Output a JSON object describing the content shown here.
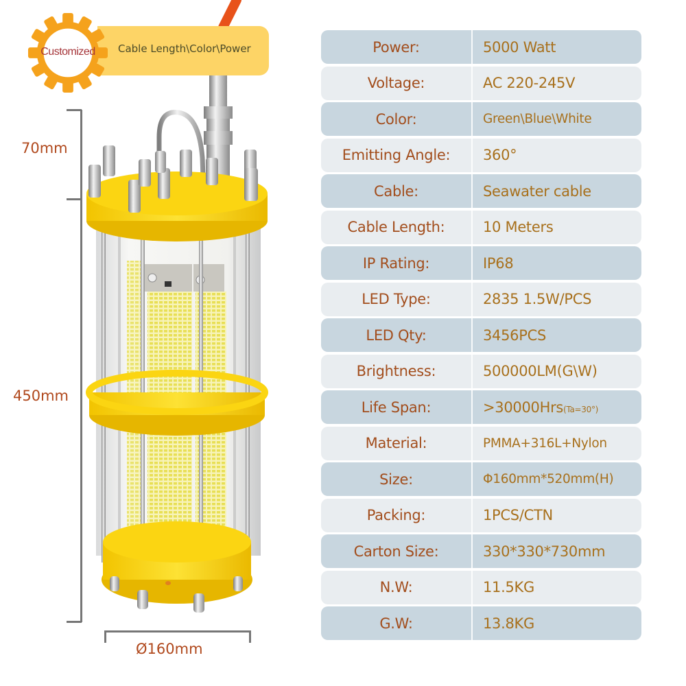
{
  "badge": {
    "gear_label": "Customized",
    "text": "Cable Length\\Color\\Power",
    "gear_color": "#f5a21c",
    "pill_color": "#fdd466"
  },
  "dimensions": {
    "top_height": "70mm",
    "body_height": "450mm",
    "diameter": "Ø160mm",
    "line_color": "#767676",
    "label_color": "#b0481c"
  },
  "product_image": {
    "description": "Yellow-capped cylindrical underwater LED fishing light with transparent tube, stainless steel rods and handle, orange seawater cable",
    "icon": "lamp-illustration"
  },
  "specs": {
    "label_color": "#a24d1c",
    "value_color": "#a8701c",
    "rows": [
      {
        "label": "Power:",
        "value": "5000 Watt",
        "shade": "dark"
      },
      {
        "label": "Voltage:",
        "value": "AC 220-245V",
        "shade": "light"
      },
      {
        "label": "Color:",
        "value": "Green\\Blue\\White",
        "shade": "dark"
      },
      {
        "label": "Emitting Angle:",
        "value": "360°",
        "shade": "light"
      },
      {
        "label": "Cable:",
        "value": "Seawater cable",
        "shade": "dark"
      },
      {
        "label": "Cable Length:",
        "value": "10 Meters",
        "shade": "light"
      },
      {
        "label": "IP Rating:",
        "value": "IP68",
        "shade": "dark"
      },
      {
        "label": "LED Type:",
        "value": "2835 1.5W/PCS",
        "shade": "light"
      },
      {
        "label": "LED Qty:",
        "value": "3456PCS",
        "shade": "dark"
      },
      {
        "label": "Brightness:",
        "value": "500000LM(G\\W)",
        "shade": "light"
      },
      {
        "label": "Life Span:",
        "value": ">30000Hrs",
        "value_suffix": "(Ta=30°)",
        "shade": "dark"
      },
      {
        "label": "Material:",
        "value": "PMMA+316L+Nylon",
        "shade": "light"
      },
      {
        "label": "Size:",
        "value": "Φ160mm*520mm(H)",
        "shade": "dark"
      },
      {
        "label": "Packing:",
        "value": "1PCS/CTN",
        "shade": "light"
      },
      {
        "label": "Carton Size:",
        "value": "330*330*730mm",
        "shade": "dark"
      },
      {
        "label": "N.W:",
        "value": "11.5KG",
        "shade": "light"
      },
      {
        "label": "G.W:",
        "value": "13.8KG",
        "shade": "dark"
      }
    ]
  }
}
